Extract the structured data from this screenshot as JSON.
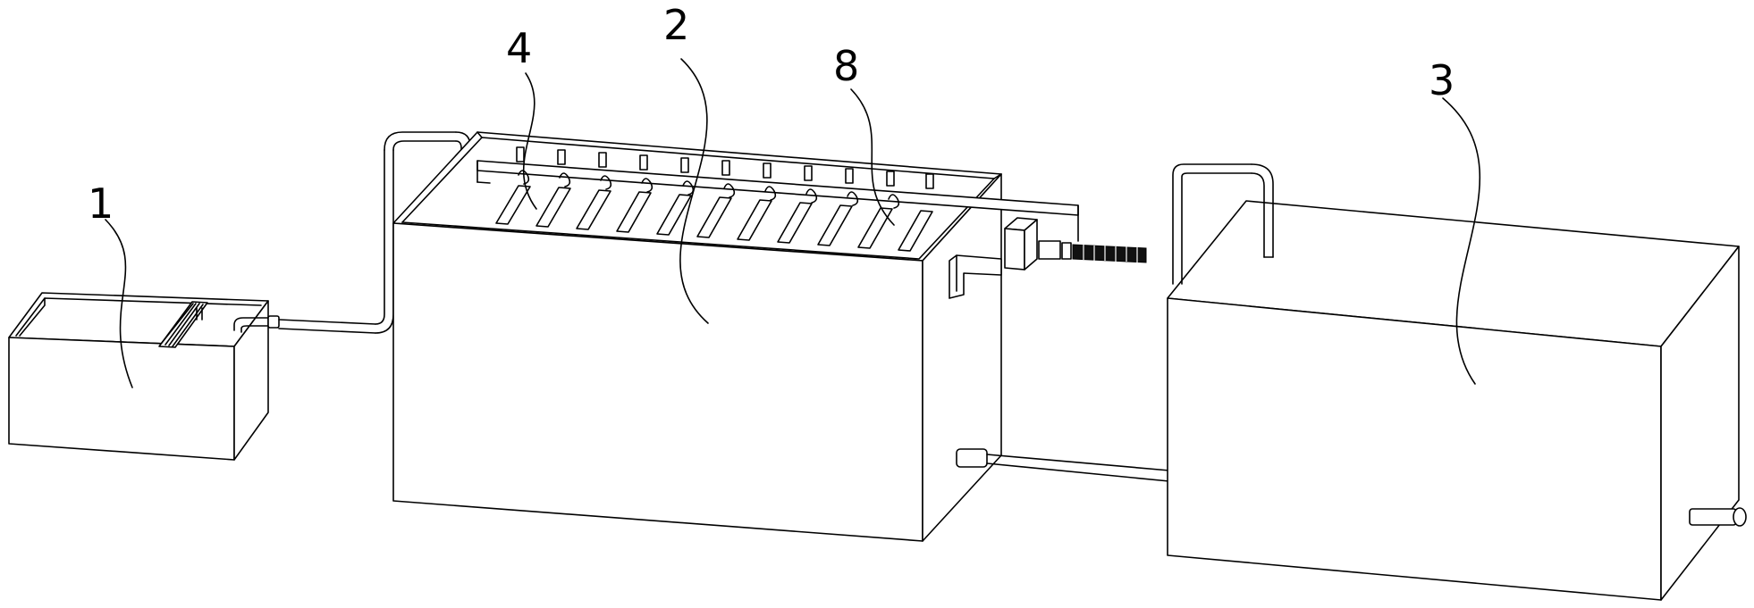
{
  "callouts": {
    "c1": "1",
    "c2": "2",
    "c3": "3",
    "c4": "4",
    "c8": "8"
  }
}
